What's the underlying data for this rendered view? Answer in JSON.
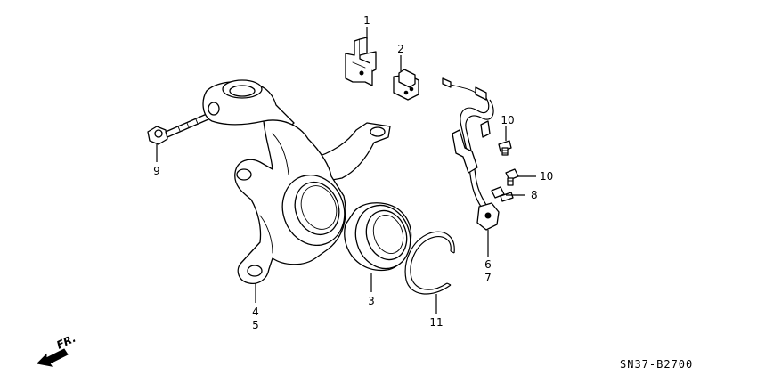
{
  "callouts": [
    {
      "id": "c1",
      "text": "1"
    },
    {
      "id": "c2",
      "text": "2"
    },
    {
      "id": "c10a",
      "text": "10"
    },
    {
      "id": "c10b",
      "text": "10"
    },
    {
      "id": "c8",
      "text": "8"
    },
    {
      "id": "c6",
      "text": "6"
    },
    {
      "id": "c7",
      "text": "7"
    },
    {
      "id": "c9",
      "text": "9"
    },
    {
      "id": "c4",
      "text": "4"
    },
    {
      "id": "c5",
      "text": "5"
    },
    {
      "id": "c3",
      "text": "3"
    },
    {
      "id": "c11",
      "text": "11"
    }
  ],
  "direction_label": "FR.",
  "diagram_code": "SN37-B2700"
}
